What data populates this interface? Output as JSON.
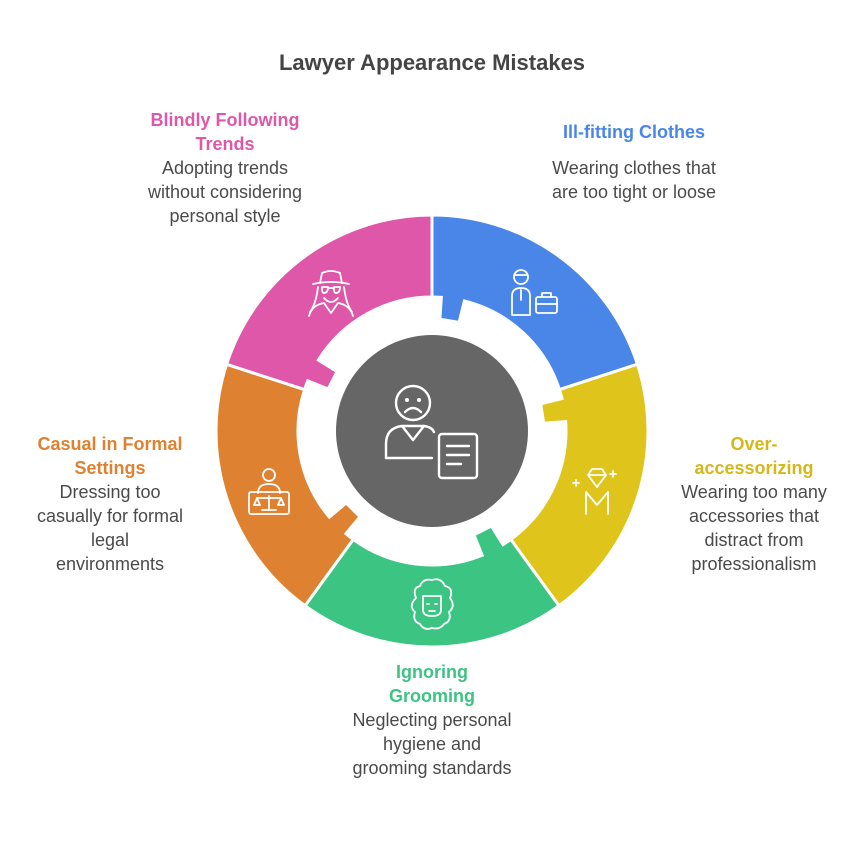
{
  "title": "Lawyer Appearance Mistakes",
  "segments": [
    {
      "id": "ill-fitting",
      "title": "Ill-fitting Clothes",
      "description": "Wearing clothes that are too tight or loose",
      "color": "#4A86E8",
      "icon": "businessman-briefcase-icon"
    },
    {
      "id": "over-accessorizing",
      "title": "Over-accessorizing",
      "description": "Wearing too many accessories that distract from professionalism",
      "color": "#DFC51B",
      "icon": "diamond-necklace-icon"
    },
    {
      "id": "ignoring-grooming",
      "title": "Ignoring Grooming",
      "description": "Neglecting personal hygiene and grooming standards",
      "color": "#3CC482",
      "icon": "messy-hair-face-icon"
    },
    {
      "id": "casual-formal",
      "title": "Casual in Formal Settings",
      "description": "Dressing too casually for formal legal environments",
      "color": "#DE8231",
      "icon": "judge-scales-icon"
    },
    {
      "id": "following-trends",
      "title": "Blindly Following Trends",
      "description": "Adopting trends without considering personal style",
      "color": "#DE57A8",
      "icon": "hat-sunglasses-person-icon"
    }
  ],
  "center": {
    "color": "#666666",
    "icon": "sad-lawyer-document-icon"
  }
}
